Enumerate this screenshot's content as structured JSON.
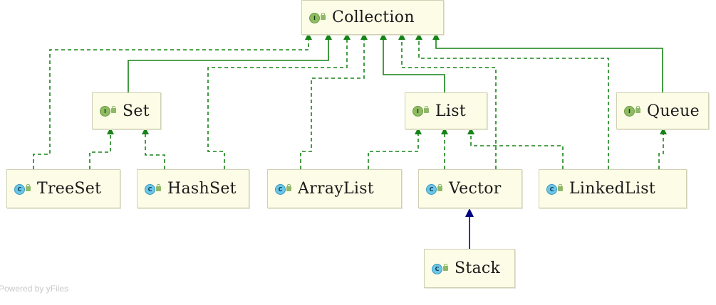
{
  "nodes": {
    "collection": {
      "label": "Collection",
      "kind": "interface",
      "badge": "I"
    },
    "set": {
      "label": "Set",
      "kind": "interface",
      "badge": "I"
    },
    "list": {
      "label": "List",
      "kind": "interface",
      "badge": "I"
    },
    "queue": {
      "label": "Queue",
      "kind": "interface",
      "badge": "I"
    },
    "treeset": {
      "label": "TreeSet",
      "kind": "class",
      "badge": "C"
    },
    "hashset": {
      "label": "HashSet",
      "kind": "class",
      "badge": "C"
    },
    "arraylist": {
      "label": "ArrayList",
      "kind": "class",
      "badge": "C"
    },
    "vector": {
      "label": "Vector",
      "kind": "class",
      "badge": "C"
    },
    "linkedlist": {
      "label": "LinkedList",
      "kind": "class",
      "badge": "C"
    },
    "stack": {
      "label": "Stack",
      "kind": "class",
      "badge": "C"
    }
  },
  "relations": [
    {
      "from": "set",
      "to": "collection",
      "type": "extends"
    },
    {
      "from": "list",
      "to": "collection",
      "type": "extends"
    },
    {
      "from": "queue",
      "to": "collection",
      "type": "extends"
    },
    {
      "from": "treeset",
      "to": "collection",
      "type": "implements"
    },
    {
      "from": "treeset",
      "to": "set",
      "type": "implements"
    },
    {
      "from": "hashset",
      "to": "collection",
      "type": "implements"
    },
    {
      "from": "hashset",
      "to": "set",
      "type": "implements"
    },
    {
      "from": "arraylist",
      "to": "collection",
      "type": "implements"
    },
    {
      "from": "arraylist",
      "to": "list",
      "type": "implements"
    },
    {
      "from": "vector",
      "to": "collection",
      "type": "implements"
    },
    {
      "from": "vector",
      "to": "list",
      "type": "implements"
    },
    {
      "from": "linkedlist",
      "to": "collection",
      "type": "implements"
    },
    {
      "from": "linkedlist",
      "to": "list",
      "type": "implements"
    },
    {
      "from": "linkedlist",
      "to": "queue",
      "type": "implements"
    },
    {
      "from": "stack",
      "to": "vector",
      "type": "extends"
    }
  ],
  "colors": {
    "interface_edge": "#168316",
    "class_edge": "#000080",
    "node_fill": "#fdfde7",
    "node_border": "#d0d0b4"
  },
  "watermark": "Powered by yFiles"
}
